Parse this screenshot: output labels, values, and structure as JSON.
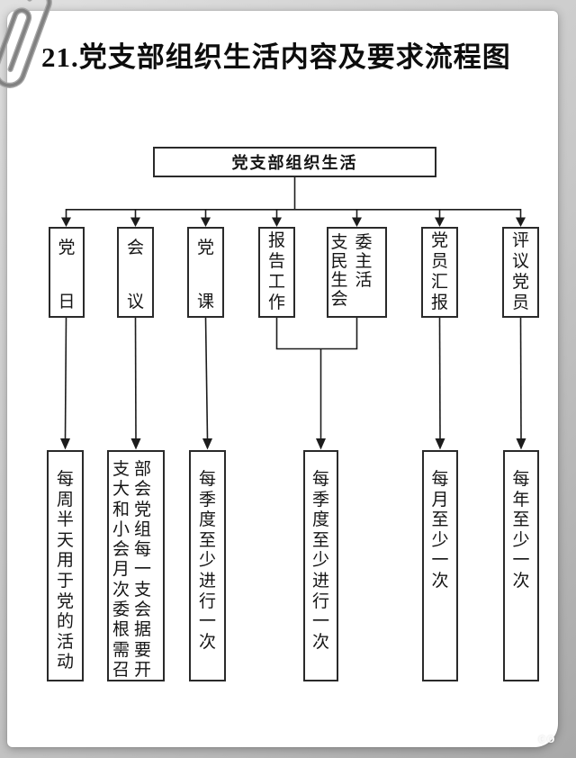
{
  "page": {
    "title": "21.党支部组织生活内容及要求流程图",
    "watermark": "co",
    "ink_color": "#1c1c1c",
    "paper_color": "#ffffff"
  },
  "flowchart": {
    "root": "党支部组织生活",
    "branches": [
      "党日",
      "会议",
      "党课",
      "报告工作",
      "支委民主生活会",
      "党员汇报",
      "评议党员"
    ],
    "requirements": [
      "每周半天用于党的活动",
      "支部大会和党小组会每月一次支委会根据需要召开",
      "每季度至少进行一次",
      "每季度至少进行一次",
      "每月至少一次",
      "每年至少一次"
    ],
    "links": [
      {
        "from": [
          "党日"
        ],
        "to": "每周半天用于党的活动"
      },
      {
        "from": [
          "会议"
        ],
        "to": "支部大会和党小组会每月一次支委会根据需要召开"
      },
      {
        "from": [
          "党课"
        ],
        "to": "每季度至少进行一次"
      },
      {
        "from": [
          "报告工作",
          "支委民主生活会"
        ],
        "to": "每季度至少进行一次"
      },
      {
        "from": [
          "党员汇报"
        ],
        "to": "每月至少一次"
      },
      {
        "from": [
          "评议党员"
        ],
        "to": "每年至少一次"
      }
    ]
  }
}
